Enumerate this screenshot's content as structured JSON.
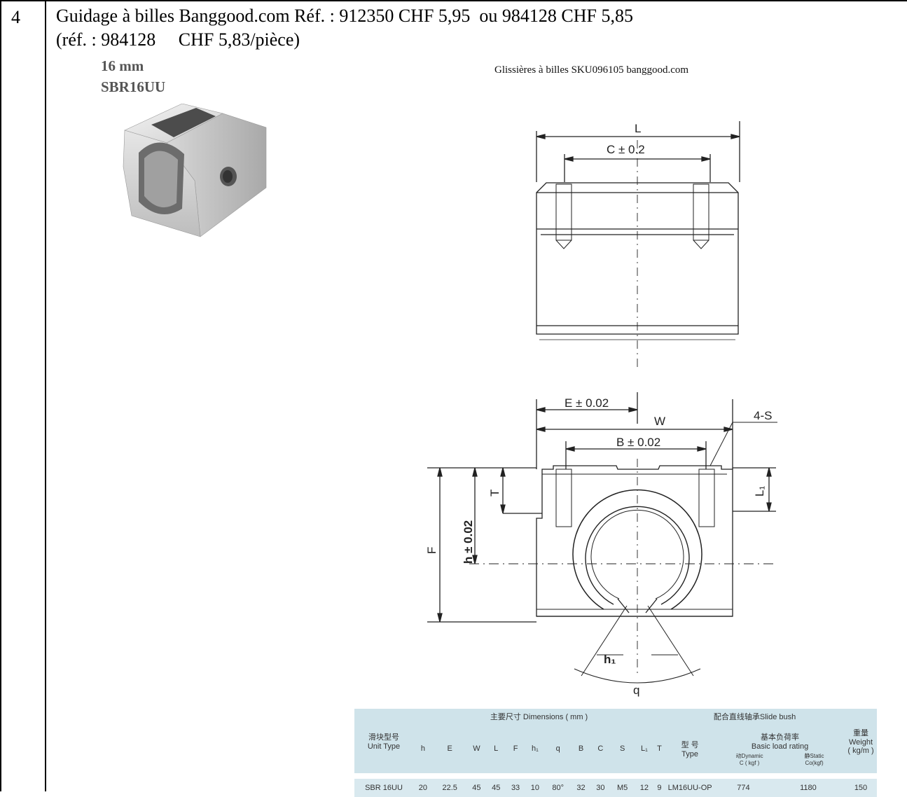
{
  "row": {
    "number": "4",
    "title_line1": "Guidage à billes Banggood.com Réf. : 912350 CHF 5,95  ou 984128 CHF 5,85",
    "title_line2": "(réf. : 984128     CHF 5,83/pièce)"
  },
  "product": {
    "size": "16 mm",
    "code": "SBR16UU"
  },
  "drawing": {
    "caption": "Glissières à billes SKU096105 banggood.com",
    "labels": {
      "L": "L",
      "C": "C ± 0.2",
      "E": "E ± 0.02",
      "W": "W",
      "B": "B ± 0.02",
      "S": "4-S",
      "T": "T",
      "h": "h ± 0.02",
      "F": "F",
      "L1": "L₁",
      "h1": "h₁",
      "q": "q"
    }
  },
  "spec_table": {
    "group_dimensions": "主要尺寸 Dimensions ( mm )",
    "group_bush": "配合直线轴承Slide bush",
    "unit_type": [
      "滑块型号",
      "Unit Type"
    ],
    "columns": [
      "h",
      "E",
      "W",
      "L",
      "F",
      "h₁",
      "q",
      "B",
      "C",
      "S",
      "L₁",
      "T"
    ],
    "type_header": [
      "型 号",
      "Type"
    ],
    "load_header": [
      "基本负荷率",
      "Basic load rating"
    ],
    "dynamic": [
      "动Dynamic",
      "C ( kgf )"
    ],
    "static": [
      "静Static",
      "Co(kgf)"
    ],
    "weight_header": [
      "重量",
      "Weight",
      "( kg/m )"
    ],
    "row": {
      "unit": "SBR 16UU",
      "values": [
        "20",
        "22.5",
        "45",
        "45",
        "33",
        "10",
        "80°",
        "32",
        "30",
        "M5",
        "12",
        "9"
      ],
      "type": "LM16UU-OP",
      "dynamic": "774",
      "static": "1180",
      "weight": "150"
    }
  }
}
